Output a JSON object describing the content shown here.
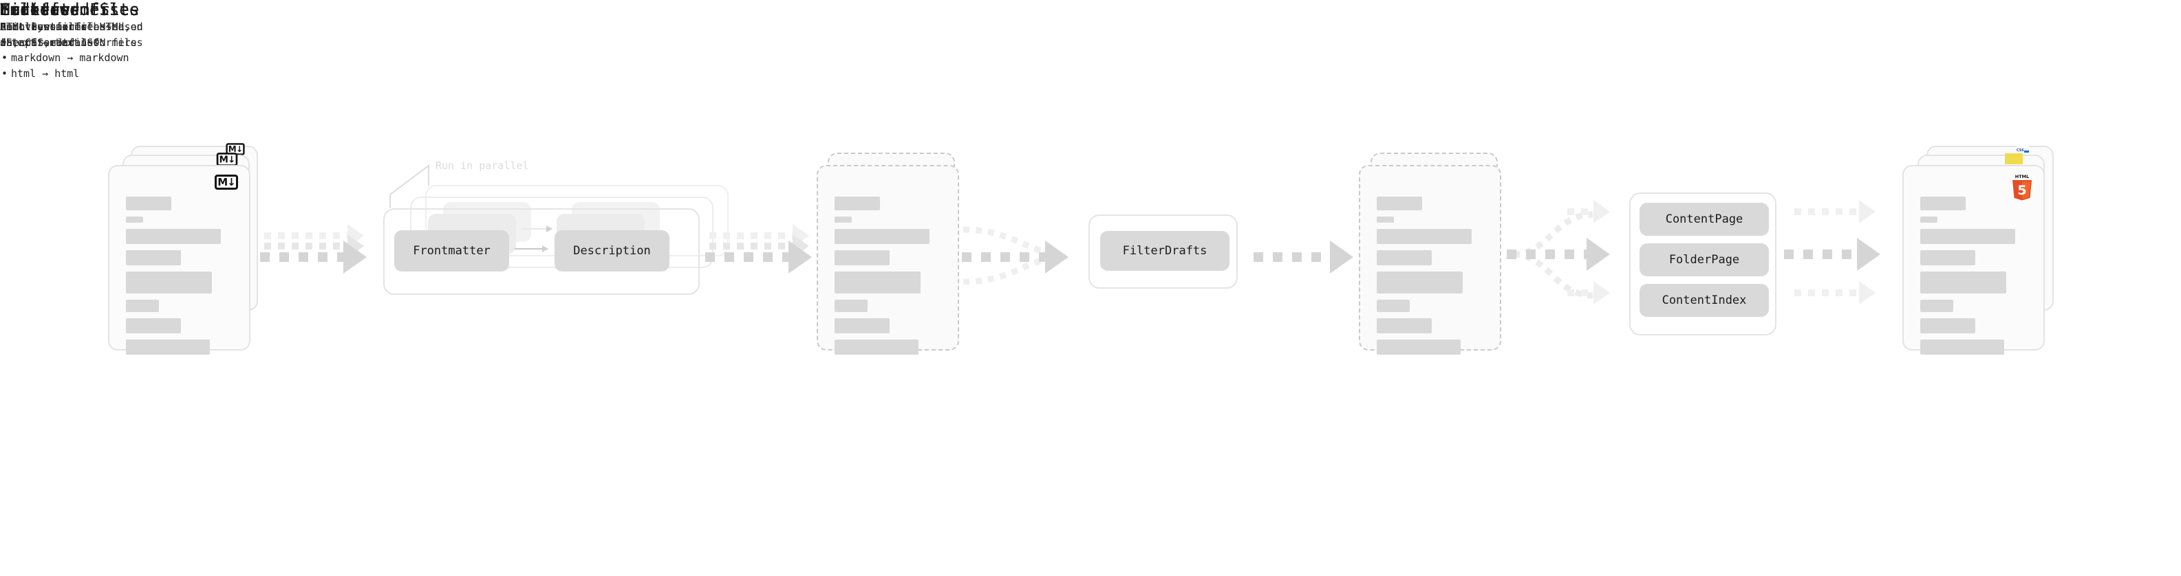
{
  "diagram": {
    "title_font_color": "#1b1b1b",
    "accent_colors": {
      "bar": "#d8d8d8",
      "pill": "#d9d9d9",
      "arrow": "#d5d5d5",
      "html5_orange": "#e44d26",
      "js_yellow": "#f0db4f",
      "css_blue": "#1769c9"
    }
  },
  "stages": {
    "markdown_files": {
      "title": "Markdown Files",
      "subtitle": "",
      "badge_icon": "markdown-icon",
      "badge_text": "M↓",
      "card_count": 3
    },
    "transformers": {
      "title": "Transformers",
      "subtitle": "Can transform:",
      "bullets": [
        "text → text",
        "markdown → markdown",
        "html → html"
      ],
      "hint": "Run in parallel",
      "pills": [
        "Frontmatter",
        "Description"
      ],
      "panel_count": 3
    },
    "modified_files": {
      "title": "Modified files",
      "subtitle": "HTML Syntax Tree +\ndata from transformers",
      "card_count": 2
    },
    "filters": {
      "title": "Filters",
      "subtitle": "Remove some files based\non criteria",
      "pills": [
        "FilterDrafts"
      ]
    },
    "filtered_files": {
      "title": "Filtered files",
      "subtitle": "",
      "card_count": 2
    },
    "emitters": {
      "title": "Emitters",
      "subtitle": "Emit new files based on\nthe parsed files",
      "pills": [
        "ContentPage",
        "FolderPage",
        "ContentIndex"
      ]
    },
    "generated_site": {
      "title": "Generated Site",
      "subtitle": "A collection of HTML,\nJS, CSS, and JSON files",
      "badges": [
        "css-icon",
        "js-icon",
        "html5-icon"
      ],
      "badge_css_text": "CSS",
      "badge_html_text": "HTML",
      "badge_html_number": "5",
      "card_count": 3
    }
  }
}
